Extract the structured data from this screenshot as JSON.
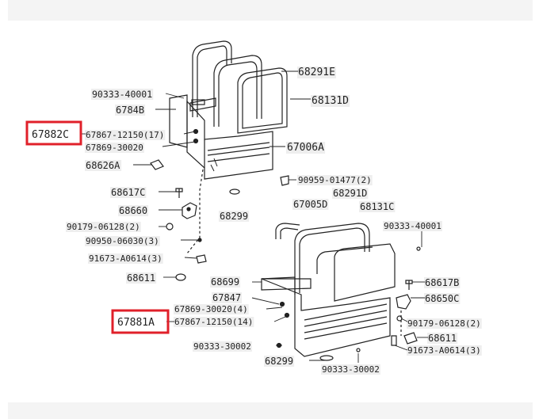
{
  "parts": {
    "p68291E": "68291E",
    "p68131D": "68131D",
    "p90333_40001_top": "90333-40001",
    "p67848": "6784B",
    "p67882C": "67882C",
    "p67867_12150_top": "67867-12150(17)",
    "p67869_30020_top": "67869-30020",
    "p67006A": "67006A",
    "p68626A": "68626A",
    "p90959_01477": "90959-01477(2)",
    "p68617C": "68617C",
    "p68299_top": "68299",
    "p68660": "68660",
    "p90179_06128_left": "90179-06128(2)",
    "p90950_06030": "90950-06030(3)",
    "p91673_A0614_left": "91673-A0614(3)",
    "p68611_left": "68611",
    "p67005D": "67005D",
    "p68291D": "68291D",
    "p68131C": "68131C",
    "p90333_40001_right": "90333-40001",
    "p68699": "68699",
    "p68617B": "68617B",
    "p67847": "67847",
    "p68650C": "68650C",
    "p67869_30020_bottom": "67869-30020(4)",
    "p67881A": "67881A",
    "p67867_12150_bottom": "67867-12150(14)",
    "p90179_06128_right": "90179-06128(2)",
    "p68611_right": "68611",
    "p90333_30002_left": "90333-30002",
    "p91673_A0614_right": "91673-A0614(3)",
    "p68299_bottom": "68299",
    "p90333_30002_bottom": "90333-30002"
  },
  "colors": {
    "line": "#222222",
    "label_bg": "#eeeeee",
    "highlight": "#e0202a"
  }
}
